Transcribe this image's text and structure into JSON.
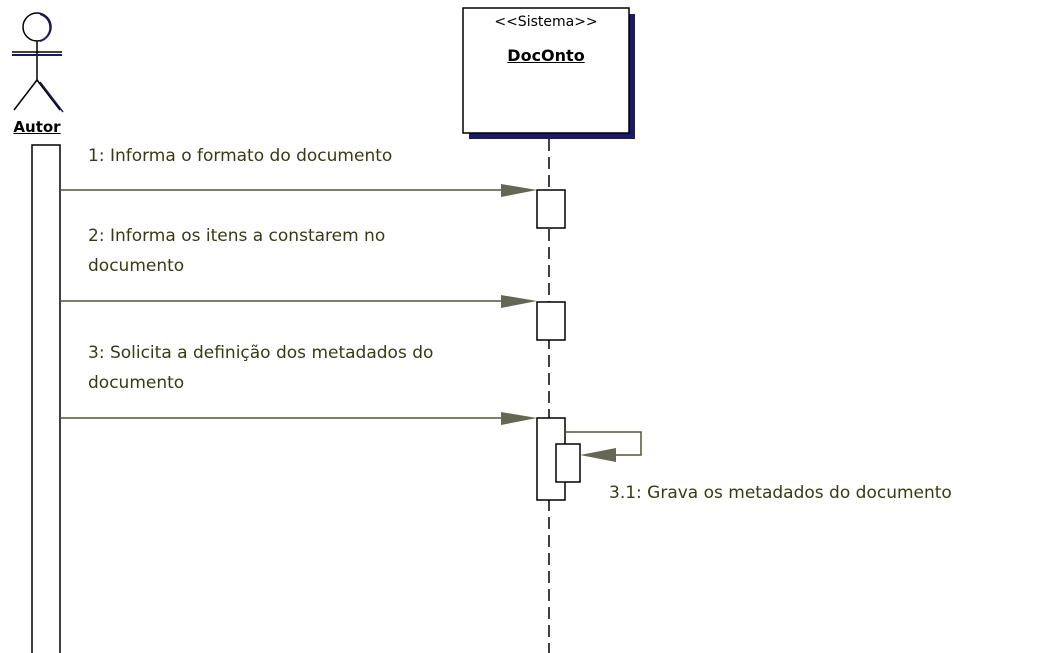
{
  "actor": {
    "name": "Autor"
  },
  "system": {
    "stereotype": "<<Sistema>>",
    "name": "DocOnto"
  },
  "messages": [
    {
      "number": "1",
      "line1": "1: Informa o formato do documento",
      "line2": ""
    },
    {
      "number": "2",
      "line1": "2: Informa os itens a constarem no",
      "line2": "documento"
    },
    {
      "number": "3",
      "line1": "3: Solicita a definição dos metadados do",
      "line2": "documento"
    },
    {
      "number": "3.1",
      "line1": "3.1: Grava os metadados do documento",
      "line2": ""
    }
  ],
  "colors": {
    "message_text": "#3a3a12",
    "arrow_line": "#555533",
    "arrow_head": "#666655",
    "box_shadow": "#1a1a66"
  }
}
